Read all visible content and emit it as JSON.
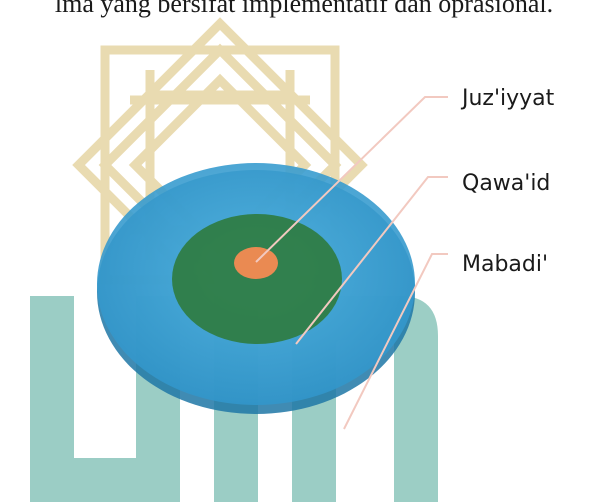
{
  "page": {
    "text_line": "lma yang bersifat implementatif dan oprasional."
  },
  "diagram": {
    "labels": {
      "inner": "Juz'iyyat",
      "middle": "Qawa'id",
      "outer": "Mabadi'"
    },
    "colors": {
      "outer_disc": "#3a9fd0",
      "outer_rim": "#2b86b5",
      "middle_disc": "#2e7a3a",
      "inner_dot": "#ea8a52",
      "leader_line": "#f2c9c0",
      "watermark_gold": "#c9a94b",
      "watermark_teal": "#2f8f82"
    }
  }
}
